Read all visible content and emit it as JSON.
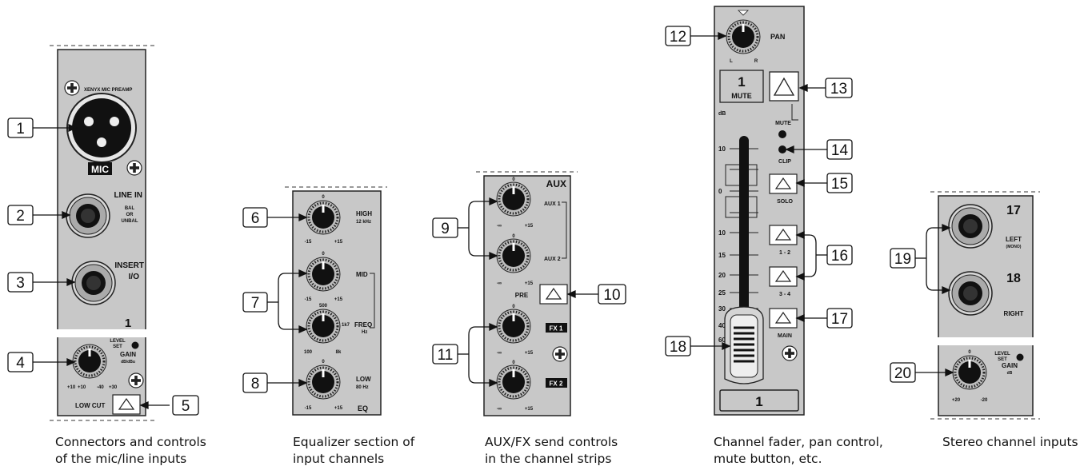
{
  "panels": {
    "mic": {
      "preamp": "XENYX MIC PREAMP",
      "mic": "MIC",
      "line_in": "LINE IN",
      "bal1": "BAL",
      "bal2": "OR",
      "bal3": "UNBAL",
      "insert": "INSERT",
      "io": "I/O",
      "channel": "1",
      "level_set1": "LEVEL",
      "level_set2": "SET",
      "gain": "GAIN",
      "gain_unit": "dB/dBu",
      "gain_min": "+10",
      "gain_min2": "+10",
      "gain_max": "-40",
      "gain_max2": "+30",
      "low_cut": "LOW CUT"
    },
    "eq": {
      "high": "HIGH",
      "high_freq": "12 kHz",
      "mid": "MID",
      "freq": "FREQ",
      "freq_unit": "Hz",
      "low": "LOW",
      "low_freq": "80 Hz",
      "eq": "EQ",
      "zero": "0",
      "minus15": "-15",
      "plus15": "+15",
      "f500": "500",
      "f1k7": "1k7",
      "f100": "100",
      "f8k": "8k"
    },
    "aux": {
      "aux": "AUX",
      "aux1": "AUX 1",
      "aux2": "AUX 2",
      "pre": "PRE",
      "fx1": "FX 1",
      "fx2": "FX 2",
      "zero": "0",
      "minf": "-∞",
      "plus15": "+15"
    },
    "fader": {
      "pan": "PAN",
      "l": "L",
      "r": "R",
      "mute_num": "1",
      "mute": "MUTE",
      "db": "dB",
      "mute_led": "MUTE",
      "clip": "CLIP",
      "solo": "SOLO",
      "bus12": "1 - 2",
      "bus34": "3 - 4",
      "main": "MAIN",
      "scale": [
        "10",
        "0",
        "10",
        "15",
        "20",
        "25",
        "30",
        "40",
        "60"
      ],
      "channel": "1"
    },
    "stereo": {
      "ch17": "17",
      "left": "LEFT",
      "mono": "(MONO)",
      "ch18": "18",
      "right": "RIGHT",
      "level_set1": "LEVEL",
      "level_set2": "SET",
      "gain": "GAIN",
      "gain_unit": "dB",
      "zero": "0",
      "plus20": "+20",
      "minus20": "-20"
    }
  },
  "callouts": [
    "1",
    "2",
    "3",
    "4",
    "5",
    "6",
    "7",
    "8",
    "9",
    "10",
    "11",
    "12",
    "13",
    "14",
    "15",
    "16",
    "17",
    "18",
    "19",
    "20"
  ],
  "captions": [
    {
      "line1": "Connectors and controls",
      "line2": "of the mic/line inputs"
    },
    {
      "line1": "Equalizer section of",
      "line2": "input channels"
    },
    {
      "line1": "AUX/FX send controls",
      "line2": "in the channel strips"
    },
    {
      "line1": "Channel fader, pan control,",
      "line2": "mute button, etc."
    },
    {
      "line1": "Stereo channel inputs",
      "line2": ""
    }
  ]
}
